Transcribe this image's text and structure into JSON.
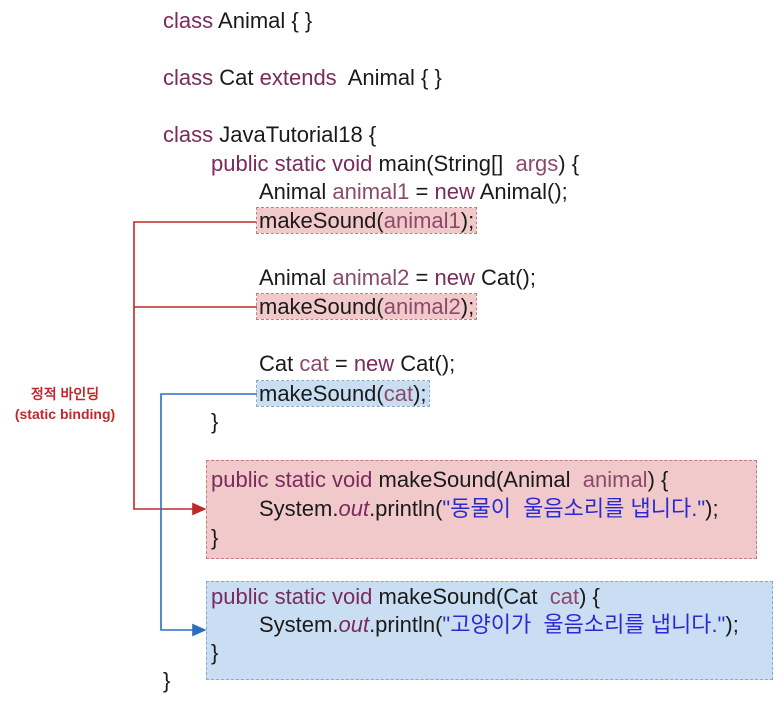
{
  "code": {
    "class_kw": "class",
    "extends_kw": "extends",
    "animal_class": "Animal { }",
    "cat_name": "Cat",
    "animal_name": "Animal { }",
    "tutorial_name": "JavaTutorial18 {",
    "main_mods": "public static void",
    "main_sig": "main(String[]",
    "main_args": "args",
    "main_end": ") {",
    "l1_type": "Animal",
    "l1_var": "animal1",
    "l1_eq": " = ",
    "new_kw": "new",
    "l1_rhs": " Animal();",
    "call1_fn": "makeSound(",
    "call1_arg": "animal1",
    "call1_end": ");",
    "l2_type": "Animal",
    "l2_var": "animal2",
    "l2_eq": " = ",
    "l2_rhs": " Cat();",
    "call2_fn": "makeSound(",
    "call2_arg": "animal2",
    "call2_end": ");",
    "l3_type": "Cat",
    "l3_var": "cat",
    "l3_eq": " = ",
    "l3_rhs": " Cat();",
    "call3_fn": "makeSound(",
    "call3_arg": "cat",
    "call3_end": ");",
    "close_brace": "}",
    "m1_mods": "public static void",
    "m1_sig": " makeSound(Animal",
    "m1_param": "animal",
    "m1_end": ") {",
    "m1_sys": "System.",
    "out": "out",
    "m1_print": ".println(",
    "m1_str": "\"동물이  울음소리를 냅니다.\"",
    "m1_tail": ");",
    "m2_mods": "public static void",
    "m2_sig": " makeSound(Cat",
    "m2_param": "cat",
    "m2_end": ") {",
    "m2_sys": "System.",
    "m2_print": ".println(",
    "m2_str": "\"고양이가  울음소리를 냅니다.\"",
    "m2_tail": ");"
  },
  "label": {
    "line1": "정적 바인딩",
    "line2": "(static binding)"
  },
  "colors": {
    "red": "#c0282c",
    "blue": "#2a6ebf",
    "red_fill": "#f2c9cb",
    "blue_fill": "#c9def2"
  }
}
